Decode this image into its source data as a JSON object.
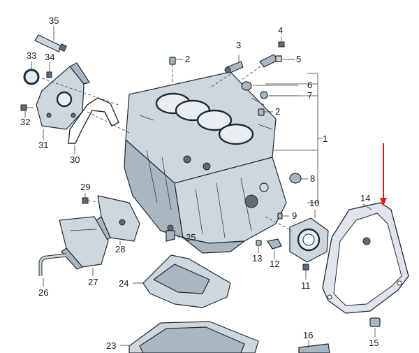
{
  "callouts": [
    {
      "id": "1",
      "text": "1"
    },
    {
      "id": "2a",
      "text": "2"
    },
    {
      "id": "2b",
      "text": "2"
    },
    {
      "id": "3",
      "text": "3"
    },
    {
      "id": "4",
      "text": "4"
    },
    {
      "id": "5",
      "text": "5"
    },
    {
      "id": "6",
      "text": "6"
    },
    {
      "id": "7",
      "text": "7"
    },
    {
      "id": "8",
      "text": "8"
    },
    {
      "id": "9",
      "text": "9"
    },
    {
      "id": "10",
      "text": "10"
    },
    {
      "id": "11",
      "text": "11"
    },
    {
      "id": "12",
      "text": "12"
    },
    {
      "id": "13",
      "text": "13"
    },
    {
      "id": "14",
      "text": "14"
    },
    {
      "id": "15",
      "text": "15"
    },
    {
      "id": "16",
      "text": "16"
    },
    {
      "id": "23",
      "text": "23"
    },
    {
      "id": "24",
      "text": "24"
    },
    {
      "id": "25",
      "text": "25"
    },
    {
      "id": "26",
      "text": "26"
    },
    {
      "id": "27",
      "text": "27"
    },
    {
      "id": "28",
      "text": "28"
    },
    {
      "id": "29",
      "text": "29"
    },
    {
      "id": "30",
      "text": "30"
    },
    {
      "id": "31",
      "text": "31"
    },
    {
      "id": "32",
      "text": "32"
    },
    {
      "id": "33",
      "text": "33"
    },
    {
      "id": "34",
      "text": "34"
    },
    {
      "id": "35",
      "text": "35"
    }
  ],
  "colors": {
    "highlight_arrow": "#e0201c",
    "part_fill": "#cfd7de",
    "outline": "#1e2a33"
  }
}
